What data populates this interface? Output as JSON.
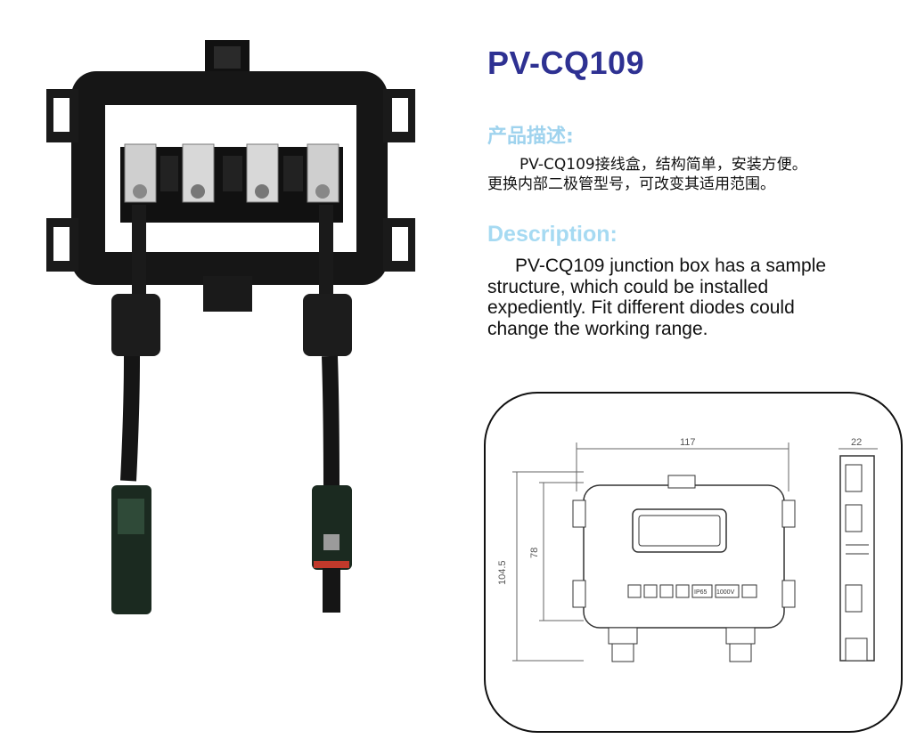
{
  "product": {
    "model": "PV-CQ109"
  },
  "chinese": {
    "heading": "产品描述:",
    "line1": "PV-CQ109接线盒，结构简单，安装方便。",
    "line2": "更换内部二极管型号，可改变其适用范围。"
  },
  "english": {
    "heading": "Description:",
    "line1": "PV-CQ109 junction box has a sample",
    "line2": "structure, which could be installed",
    "line3": "expediently. Fit different diodes could",
    "line4": "change the working range."
  },
  "drawing": {
    "dim_width": "117",
    "dim_depth": "22",
    "dim_height_inner": "78",
    "dim_height_outer": "104.5",
    "label_ip": "IP65",
    "label_voltage": "1000V"
  },
  "colors": {
    "title": "#2e3192",
    "headings": "#9fd3ee",
    "body": "#111111"
  }
}
